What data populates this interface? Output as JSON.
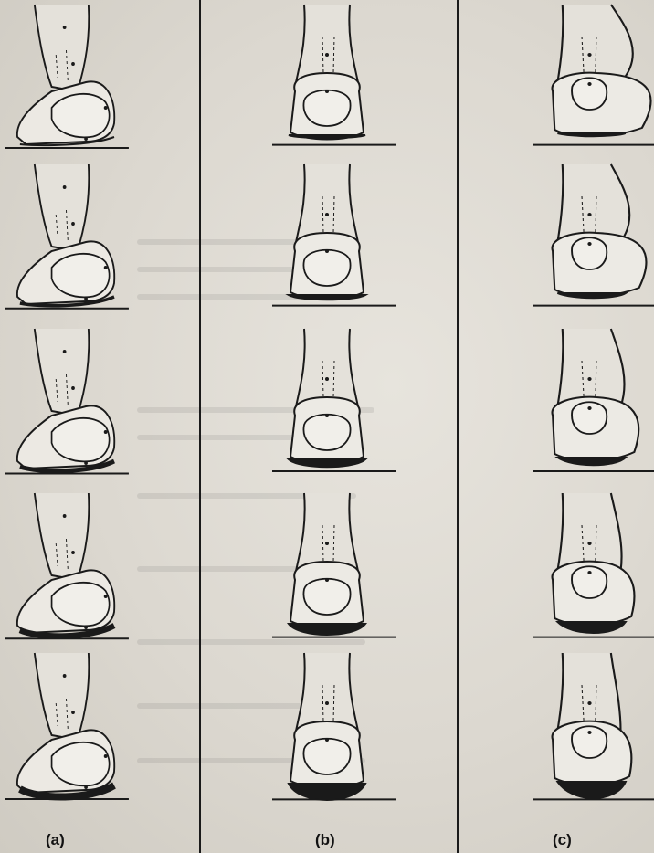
{
  "figure": {
    "column_labels": [
      "(a)",
      "(b)",
      "(c)"
    ],
    "columns": [
      {
        "view": "lateral",
        "stages": 5
      },
      {
        "view": "rear",
        "stages": 5
      },
      {
        "view": "rear",
        "stages": 5
      }
    ],
    "ink_color": "#1a1a1a",
    "paper_color": "#dcd8d0"
  }
}
